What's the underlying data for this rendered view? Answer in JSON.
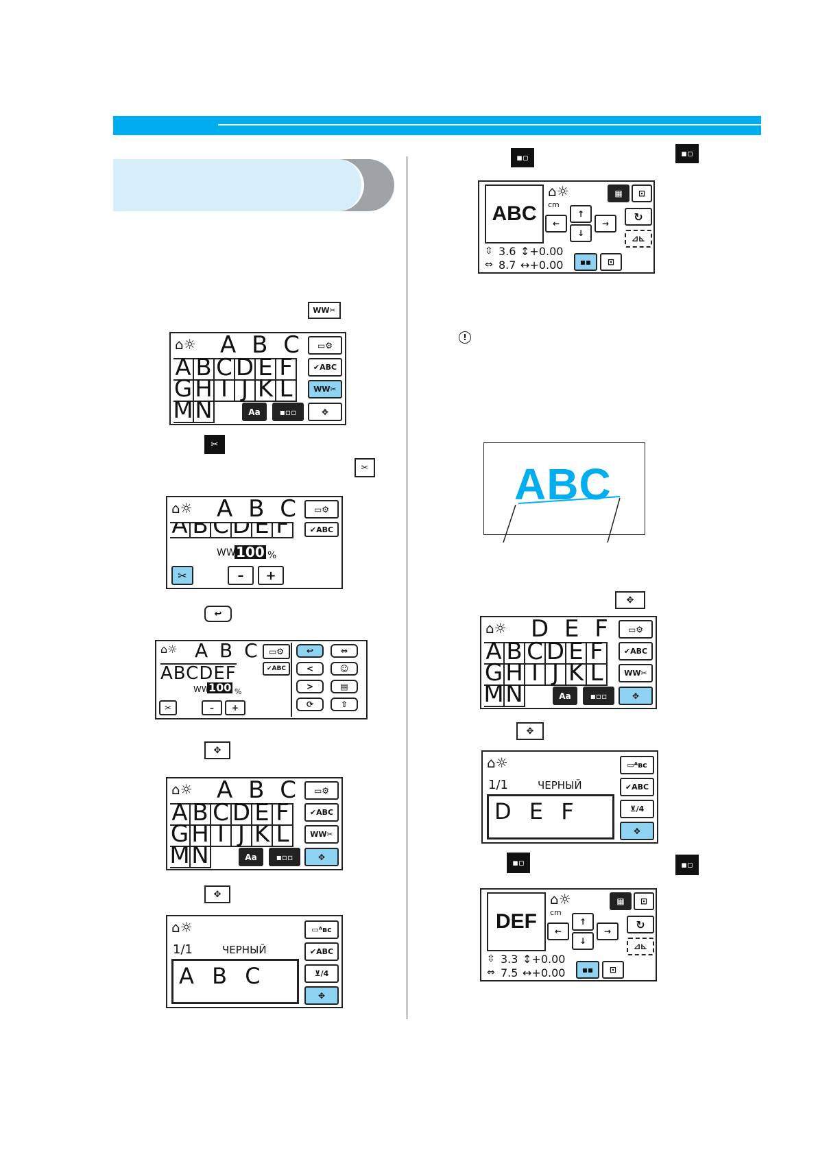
{
  "screens": {
    "s1": {
      "title": "A B C",
      "rows": [
        [
          "A",
          "B",
          "C",
          "D",
          "E",
          "F"
        ],
        [
          "G",
          "H",
          "I",
          "J",
          "K",
          "L"
        ],
        [
          "M",
          "N"
        ]
      ],
      "keys": {
        "k1": "▭⚙",
        "k2": "✔ABC",
        "k3": "WW✂",
        "k4": "Aa",
        "k5": "▪▫▫",
        "k6": "✥"
      }
    },
    "s2": {
      "title": "A B C",
      "row": [
        "A",
        "B",
        "C",
        "D",
        "E",
        "F"
      ],
      "pct": "100",
      "pct_sign": "%",
      "minus": "–",
      "plus": "+",
      "keys": {
        "k1": "▭⚙",
        "k2": "✔ABC",
        "k3": "✂"
      }
    },
    "s3": {
      "title": "A B C",
      "pct": "100",
      "pct_sign": "%",
      "minus": "–",
      "plus": "+",
      "keys": {
        "k1": "▭⚙",
        "k2": "✔ABC",
        "k3": "✂",
        "r1": "↩",
        "r2": "⇔",
        "r3": "<",
        "r4": "☺",
        "r5": ">",
        "r6": "▤",
        "r7": "⟳",
        "r8": "⇧"
      }
    },
    "s4": {
      "title": "A B C",
      "rows": [
        [
          "A",
          "B",
          "C",
          "D",
          "E",
          "F"
        ],
        [
          "G",
          "H",
          "I",
          "J",
          "K",
          "L"
        ],
        [
          "M",
          "N"
        ]
      ],
      "keys": {
        "k1": "▭⚙",
        "k2": "✔ABC",
        "k3": "WW✂",
        "k4": "Aa",
        "k5": "▪▫▫",
        "k6": "✥"
      }
    },
    "s5": {
      "page": "1/1",
      "color": "ЧЕРНЫЙ",
      "text": "A B C",
      "keys": {
        "k1": "▭ᴬʙc",
        "k2": "✔ABC",
        "k3": "⊻/4",
        "k4": "✥"
      }
    },
    "s6": {
      "preview": "ABC",
      "unit": "cm",
      "height": "3.6",
      "height_off": "+0.00",
      "width": "8.7",
      "width_off": "+0.00",
      "keys": {
        "left": "←",
        "up": "↑",
        "down": "↓",
        "right": "→",
        "rot": "↻",
        "mirror": "⊿⊾"
      }
    },
    "s7": {
      "title": "D E F",
      "rows": [
        [
          "A",
          "B",
          "C",
          "D",
          "E",
          "F"
        ],
        [
          "G",
          "H",
          "I",
          "J",
          "K",
          "L"
        ],
        [
          "M",
          "N"
        ]
      ],
      "keys": {
        "k1": "▭⚙",
        "k2": "✔ABC",
        "k3": "WW✂",
        "k4": "Aa",
        "k5": "▪▫▫",
        "k6": "✥"
      }
    },
    "s8": {
      "page": "1/1",
      "color": "ЧЕРНЫЙ",
      "text": "D E F",
      "keys": {
        "k1": "▭ᴬʙc",
        "k2": "✔ABC",
        "k3": "⊻/4",
        "k4": "✥"
      }
    },
    "s9": {
      "preview": "DEF",
      "unit": "cm",
      "height": "3.3",
      "height_off": "+0.00",
      "width": "7.5",
      "width_off": "+0.00",
      "keys": {
        "left": "←",
        "up": "↑",
        "down": "↓",
        "right": "→",
        "rot": "↻",
        "mirror": "⊿⊾"
      }
    }
  },
  "figure": {
    "text": "ABC"
  },
  "icons": {
    "cut": "WW✂",
    "scissor": "✂",
    "back": "↩",
    "move": "✥",
    "arrows": "✥",
    "center": "▪▫",
    "note": "!"
  }
}
